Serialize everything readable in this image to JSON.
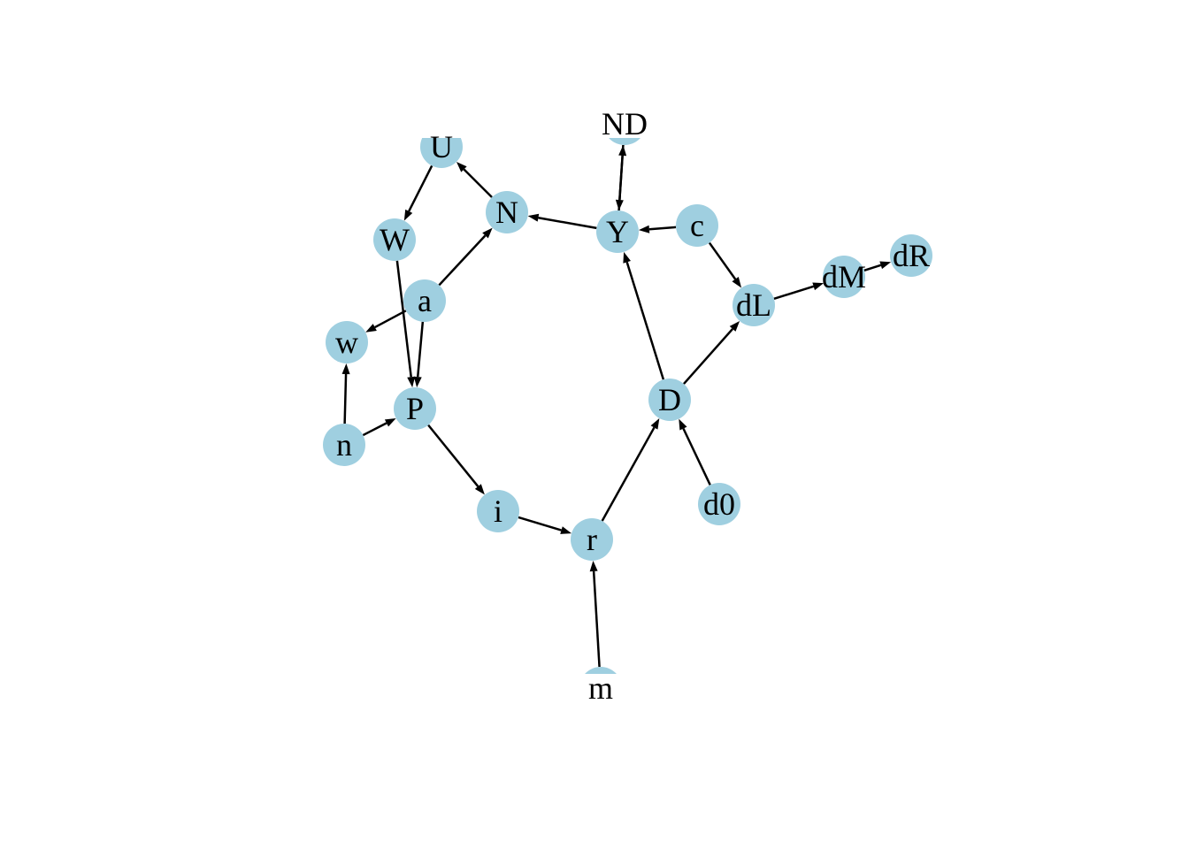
{
  "graph": {
    "directed": true,
    "colors": {
      "node_fill": "#9fcfe0",
      "edge": "#000000",
      "label": "#000000",
      "background": "#ffffff"
    },
    "nodes": [
      {
        "id": "U",
        "label": "U"
      },
      {
        "id": "ND",
        "label": "ND"
      },
      {
        "id": "N",
        "label": "N"
      },
      {
        "id": "Y",
        "label": "Y"
      },
      {
        "id": "c",
        "label": "c"
      },
      {
        "id": "W",
        "label": "W"
      },
      {
        "id": "a",
        "label": "a"
      },
      {
        "id": "dR",
        "label": "dR"
      },
      {
        "id": "dM",
        "label": "dM"
      },
      {
        "id": "dL",
        "label": "dL"
      },
      {
        "id": "w",
        "label": "w"
      },
      {
        "id": "D",
        "label": "D"
      },
      {
        "id": "P",
        "label": "P"
      },
      {
        "id": "n",
        "label": "n"
      },
      {
        "id": "d0",
        "label": "d0"
      },
      {
        "id": "i",
        "label": "i"
      },
      {
        "id": "r",
        "label": "r"
      },
      {
        "id": "m",
        "label": "m"
      }
    ],
    "edges": [
      {
        "from": "N",
        "to": "U"
      },
      {
        "from": "U",
        "to": "W"
      },
      {
        "from": "W",
        "to": "P"
      },
      {
        "from": "a",
        "to": "N"
      },
      {
        "from": "a",
        "to": "w"
      },
      {
        "from": "a",
        "to": "P"
      },
      {
        "from": "Y",
        "to": "N"
      },
      {
        "from": "Y",
        "to": "ND"
      },
      {
        "from": "ND",
        "to": "Y"
      },
      {
        "from": "c",
        "to": "Y"
      },
      {
        "from": "c",
        "to": "dL"
      },
      {
        "from": "dL",
        "to": "dM"
      },
      {
        "from": "dM",
        "to": "dR"
      },
      {
        "from": "D",
        "to": "Y"
      },
      {
        "from": "D",
        "to": "dL"
      },
      {
        "from": "d0",
        "to": "D"
      },
      {
        "from": "n",
        "to": "w"
      },
      {
        "from": "n",
        "to": "P"
      },
      {
        "from": "P",
        "to": "i"
      },
      {
        "from": "i",
        "to": "r"
      },
      {
        "from": "r",
        "to": "D"
      },
      {
        "from": "m",
        "to": "r"
      }
    ]
  }
}
